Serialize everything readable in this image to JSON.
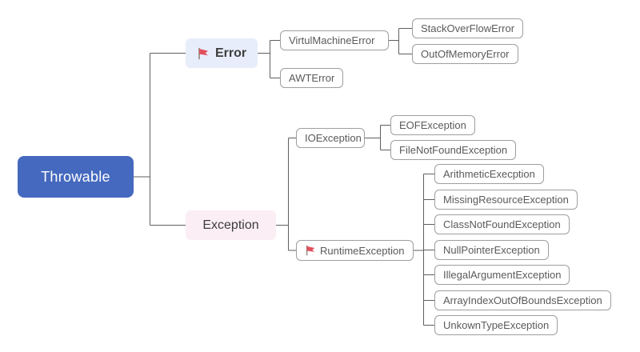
{
  "diagram": {
    "type": "mindmap",
    "title_node": "Throwable",
    "colors": {
      "root_bg": "#4569be",
      "root_text": "#ffffff",
      "error_bg": "#e8edfb",
      "exception_bg": "#fbeef4",
      "leaf_border": "#9e9e9e",
      "leaf_text": "#5a5a5a",
      "line": "#5f5f5f",
      "flag": "#e2505f"
    },
    "nodes": {
      "throwable": {
        "label": "Throwable"
      },
      "error": {
        "label": "Error",
        "icon": "flag-icon"
      },
      "virtul_machine_error": {
        "label": "VirtulMachineError"
      },
      "stack_overflow_error": {
        "label": "StackOverFlowError"
      },
      "out_of_memory_error": {
        "label": "OutOfMemoryError"
      },
      "awt_error": {
        "label": "AWTError"
      },
      "exception": {
        "label": "Exception"
      },
      "io_exception": {
        "label": "IOException"
      },
      "eof_exception": {
        "label": "EOFException"
      },
      "file_not_found_exception": {
        "label": "FileNotFoundException"
      },
      "runtime_exception": {
        "label": "RuntimeException",
        "icon": "flag-icon"
      },
      "arithmetic_execption": {
        "label": "ArithmeticExecption"
      },
      "missing_resource_exception": {
        "label": "MissingResourceException"
      },
      "class_not_found_exception": {
        "label": "ClassNotFoundException"
      },
      "null_pointer_exception": {
        "label": "NullPointerException"
      },
      "illegal_argument_exception": {
        "label": "IllegalArgumentException"
      },
      "array_index_out_of_bounds_exception": {
        "label": "ArrayIndexOutOfBoundsException"
      },
      "unkown_type_exception": {
        "label": "UnkownTypeException"
      }
    }
  }
}
